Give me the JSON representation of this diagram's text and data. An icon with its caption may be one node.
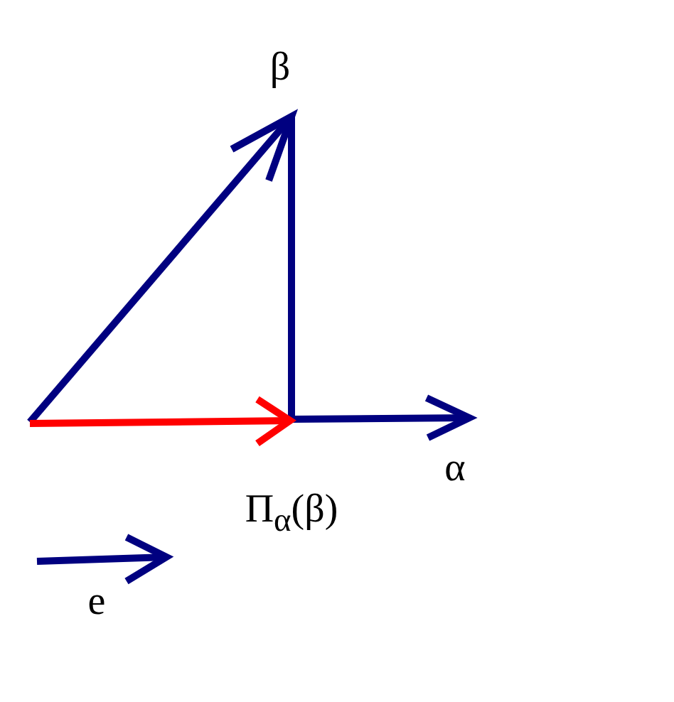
{
  "diagram": {
    "labels": [
      "β",
      "α",
      "Π$_{α}$(β)",
      "e"
    ]
  }
}
